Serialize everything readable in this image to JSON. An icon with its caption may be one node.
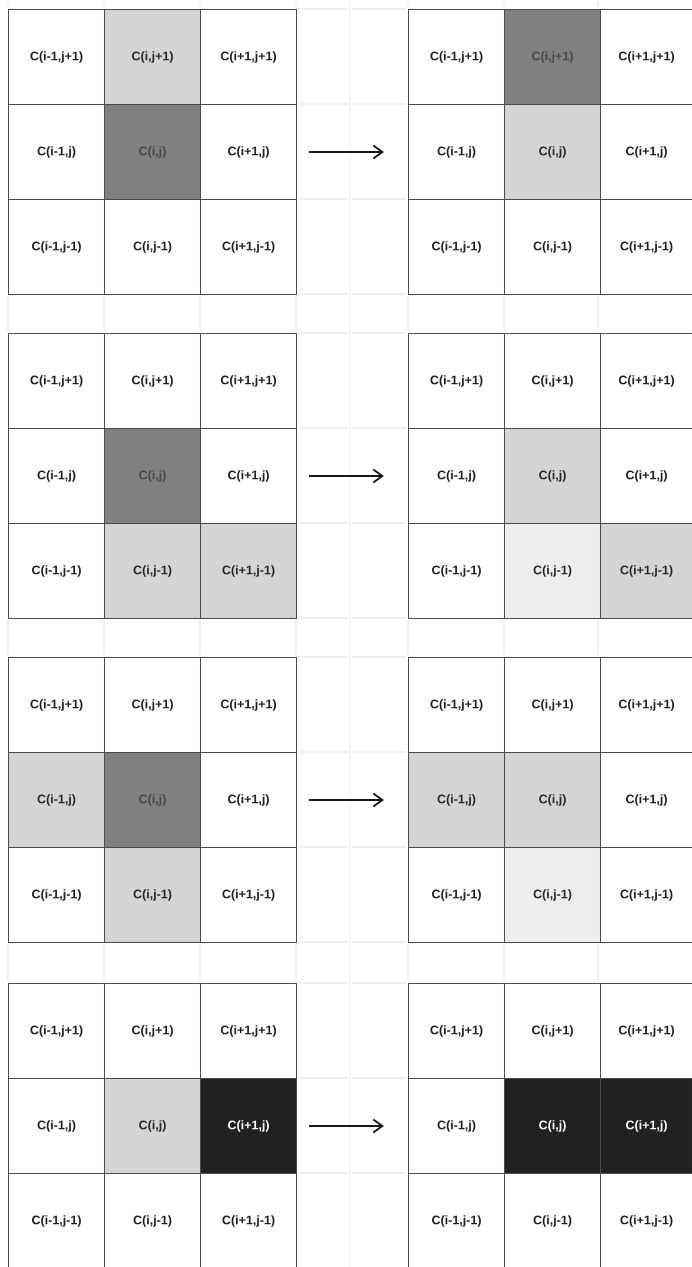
{
  "diagram": {
    "nodes": [
      {
        "text": [
          "C(i-1,j+1)"
        ]
      },
      {
        "text": [
          "C(i,j+1)"
        ]
      },
      {
        "text": [
          "C(i+1,j+1)"
        ]
      },
      {
        "text": [
          "C(i-1,j)"
        ]
      },
      {
        "text": [
          "C(i,j)"
        ]
      },
      {
        "text": [
          "C(i+1,j)"
        ]
      },
      {
        "text": [
          "C(i-1,j-1)"
        ]
      },
      {
        "text": [
          "C(i,j-1)"
        ]
      },
      {
        "text": [
          "C(i+1,j-1)"
        ]
      },
      {
        "text": [
          "C(i-1,j+1)"
        ]
      },
      {
        "text": [
          "C(i,j+1)"
        ]
      },
      {
        "text": [
          "C(i+1,j+1)"
        ]
      },
      {
        "text": [
          "C(i-1,j)"
        ]
      },
      {
        "text": [
          "C(i,j)"
        ]
      },
      {
        "text": [
          "C(i+1,j)"
        ]
      },
      {
        "text": [
          "C(i-1,j-1)"
        ]
      },
      {
        "text": [
          "C(i,j-1)"
        ]
      },
      {
        "text": [
          "C(i+1,j-1)"
        ]
      },
      {
        "text": [
          "C(i-1,j+1)"
        ]
      },
      {
        "text": [
          "C(i,j+1)"
        ]
      },
      {
        "text": [
          "C(i+1,j+1)"
        ]
      },
      {
        "text": [
          "C(i-1,j)"
        ]
      },
      {
        "text": [
          "C(i,j)"
        ]
      },
      {
        "text": [
          "C(i+1,j)"
        ]
      },
      {
        "text": [
          "C(i-1,j-1)"
        ]
      },
      {
        "text": [
          "C(i,j-1)"
        ]
      },
      {
        "text": [
          "C(i+1,j-1)"
        ]
      },
      {
        "text": [
          "C(i-1,j+1)"
        ]
      },
      {
        "text": [
          "C(i,j+1)"
        ]
      },
      {
        "text": [
          "C(i+1,j+1)"
        ]
      },
      {
        "text": [
          "C(i-1,j)"
        ]
      },
      {
        "text": [
          "C(i,j)"
        ]
      },
      {
        "text": [
          "C(i+1,j)"
        ]
      },
      {
        "text": [
          "C(i-1,j-1)"
        ]
      },
      {
        "text": [
          "C(i,j-1)"
        ]
      },
      {
        "text": [
          "C(i+1,j-1)"
        ]
      },
      {
        "text": [
          "C(i-1,j+1)"
        ]
      },
      {
        "text": [
          "C(i,j+1)"
        ]
      },
      {
        "text": [
          "C(i+1,j+1)"
        ]
      },
      {
        "text": [
          "C(i-1,j)"
        ]
      },
      {
        "text": [
          "C(i,j)"
        ]
      },
      {
        "text": [
          "C(i+1,j)"
        ]
      },
      {
        "text": [
          "C(i-1,j-1)"
        ]
      },
      {
        "text": [
          "C(i,j-1)"
        ]
      },
      {
        "text": [
          "C(i+1,j-1)"
        ]
      },
      {
        "text": [
          "C(i-1,j+1)"
        ]
      },
      {
        "text": [
          "C(i,j+1)"
        ]
      },
      {
        "text": [
          "C(i+1,j+1)"
        ]
      },
      {
        "text": [
          "C(i-1,j)"
        ]
      },
      {
        "text": [
          "C(i,j)"
        ]
      },
      {
        "text": [
          "C(i+1,j)"
        ]
      },
      {
        "text": [
          "C(i-1,j-1)"
        ]
      },
      {
        "text": [
          "C(i,j-1)"
        ]
      },
      {
        "text": [
          "C(i+1,j-1)"
        ]
      },
      {
        "text": [
          "C(i-1,j+1)"
        ]
      },
      {
        "text": [
          "C(i,j+1)"
        ]
      },
      {
        "text": [
          "C(i+1,j+1)"
        ]
      },
      {
        "text": [
          "C(i-1,j)"
        ]
      },
      {
        "text": [
          "C(i,j)"
        ]
      },
      {
        "text": [
          "C(i+1,j)"
        ]
      },
      {
        "text": [
          "C(i-1,j-1)"
        ]
      },
      {
        "text": [
          "C(i,j-1)"
        ]
      },
      {
        "text": [
          "C(i+1,j-1)"
        ]
      },
      {
        "text": [
          "C(i-1,j+1)"
        ]
      },
      {
        "text": [
          "C(i,j+1)"
        ]
      },
      {
        "text": [
          "C(i+1,j+1)"
        ]
      },
      {
        "text": [
          "C(i-1,j)"
        ]
      },
      {
        "text": [
          "C(i,j)"
        ]
      },
      {
        "text": [
          "C(i+1,j)"
        ]
      },
      {
        "text": [
          "C(i-1,j-1)"
        ]
      },
      {
        "text": [
          "C(i,j-1)"
        ]
      },
      {
        "text": [
          "C(i+1,j-1)"
        ]
      }
    ],
    "edges": [
      {
        "from": 5,
        "to": 12,
        "arrow": "to"
      },
      {
        "from": 23,
        "to": 30,
        "arrow": "to"
      },
      {
        "from": 41,
        "to": 48,
        "arrow": "to"
      },
      {
        "from": 59,
        "to": 66,
        "arrow": "to"
      }
    ]
  }
}
